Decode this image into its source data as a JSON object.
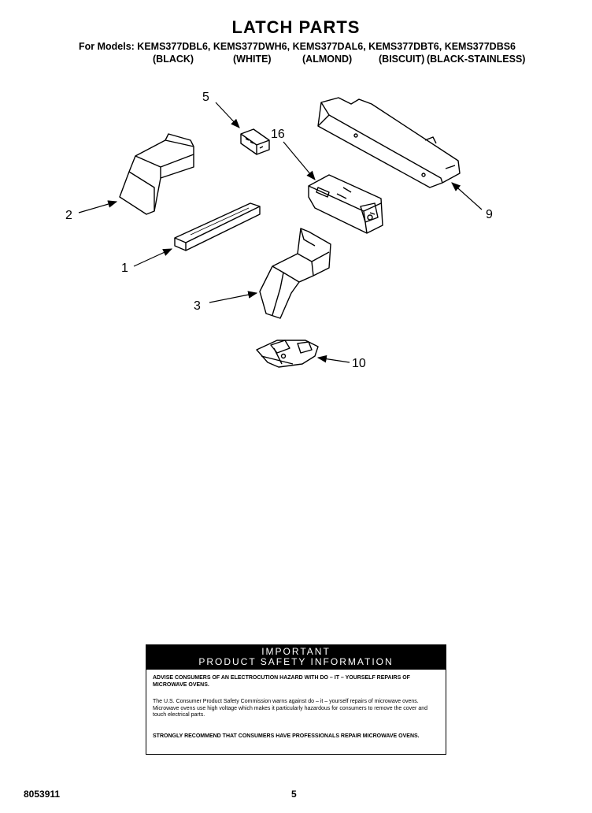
{
  "title": "LATCH PARTS",
  "models_line": "For Models: KEMS377DBL6, KEMS377DWH6, KEMS377DAL6, KEMS377DBT6, KEMS377DBS6",
  "colors": [
    "(BLACK)",
    "(WHITE)",
    "(ALMOND)",
    "(BISCUIT)",
    "(BLACK-STAINLESS)"
  ],
  "callouts": [
    "5",
    "16",
    "2",
    "9",
    "1",
    "3",
    "10"
  ],
  "safety_box": {
    "header_line1": "IMPORTANT",
    "header_line2": "PRODUCT SAFETY INFORMATION",
    "para1": "ADVISE CONSUMERS OF AN ELECTROCUTION HAZARD WITH DO – IT – YOURSELF REPAIRS OF MICROWAVE OVENS.",
    "para2": "The U.S. Consumer Product Safety Commission warns against do – it – yourself repairs of microwave ovens. Microwave ovens use high voltage which makes it particularly hazardous for consumers to remove the cover and touch electrical parts.",
    "para3": "STRONGLY RECOMMEND THAT CONSUMERS HAVE PROFESSIONALS REPAIR MICROWAVE OVENS."
  },
  "footer": {
    "doc_number": "8053911",
    "page_number": "5"
  }
}
